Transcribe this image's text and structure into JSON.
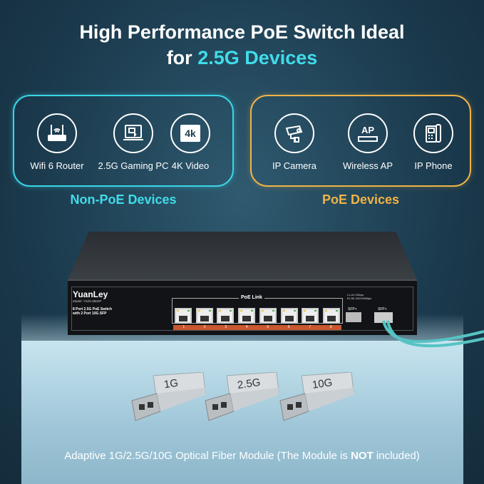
{
  "title": {
    "line1": "High Performance PoE Switch Ideal",
    "line2_prefix": "for ",
    "line2_accent": "2.5G Devices"
  },
  "colors": {
    "non_poe": "#3ad6e6",
    "poe": "#f0b445",
    "background": "#1b3a4d"
  },
  "non_poe": {
    "label": "Non-PoE Devices",
    "devices": [
      {
        "label": "Wifi 6 Router",
        "icon": "router-icon"
      },
      {
        "label": "2.5G Gaming PC",
        "icon": "laptop-icon"
      },
      {
        "label": "4K Video",
        "icon": "4k-monitor-icon",
        "glyph": "4k"
      }
    ]
  },
  "poe": {
    "label": "PoE Devices",
    "devices": [
      {
        "label": "IP Camera",
        "icon": "camera-icon"
      },
      {
        "label": "Wireless AP",
        "icon": "access-point-icon",
        "glyph": "AP"
      },
      {
        "label": "IP Phone",
        "icon": "phone-icon"
      }
    ]
  },
  "switch": {
    "brand": "YuanLey",
    "model": "Model: YS25-0802P",
    "desc1": "8 Port 2.5G PoE Switch",
    "desc2": "with 2 Port 10G SFP",
    "poe_link": "PoE Link",
    "port_labels": [
      "L1",
      "R1",
      "L2",
      "R2",
      "L3",
      "R3",
      "L4",
      "R4",
      "L5",
      "R5",
      "L6",
      "R6",
      "L7",
      "R7",
      "L8",
      "R8"
    ],
    "port_numbers": [
      "1",
      "2",
      "3",
      "4",
      "5",
      "6",
      "7",
      "8"
    ],
    "legend1": "L1-L8 2.5Gbps",
    "legend2": "R1-R8 100/1000Mbps",
    "sfp1": "SFP+",
    "sfp2": "SFP+"
  },
  "modules": [
    "1G",
    "2.5G",
    "10G"
  ],
  "bottom": {
    "prefix": "Adaptive 1G/2.5G/10G Optical Fiber Module  (The Module is ",
    "strong": "NOT",
    "suffix": " included)"
  }
}
